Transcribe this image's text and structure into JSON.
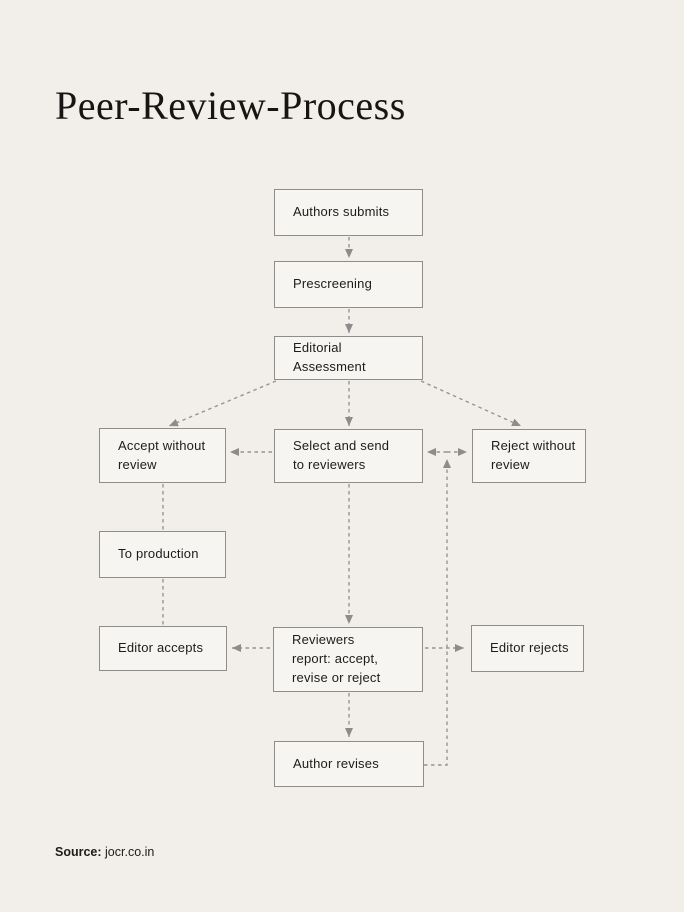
{
  "title": "Peer-Review-Process",
  "source": {
    "label": "Source:",
    "value": "jocr.co.in"
  },
  "colors": {
    "background": "#f2efea",
    "node_fill": "#f7f5f1",
    "node_border": "#8f8d8a",
    "arrow": "#989490",
    "arrowhead": "#8c8c8c",
    "text": "#1d1c1b"
  },
  "nodes": {
    "authors_submits": {
      "label": "Authors submits"
    },
    "prescreening": {
      "label": "Prescreening"
    },
    "editorial_assessment": {
      "label": "Editorial Assessment"
    },
    "accept_without_review": {
      "label": "Accept without\nreview"
    },
    "select_and_send": {
      "label": "Select and send\nto reviewers"
    },
    "reject_without_review": {
      "label": "Reject without\nreview"
    },
    "to_production": {
      "label": "To production"
    },
    "editor_accepts": {
      "label": "Editor accepts"
    },
    "reviewers_report": {
      "label": "Reviewers\nreport: accept,\nrevise or reject"
    },
    "editor_rejects": {
      "label": "Editor rejects"
    },
    "author_revises": {
      "label": "Author revises"
    }
  },
  "edges": [
    {
      "from": "authors_submits",
      "to": "prescreening",
      "style": "dashed",
      "direction": "down"
    },
    {
      "from": "prescreening",
      "to": "editorial_assessment",
      "style": "dashed",
      "direction": "down"
    },
    {
      "from": "editorial_assessment",
      "to": "accept_without_review",
      "style": "dashed",
      "direction": "diagonal-down-left"
    },
    {
      "from": "editorial_assessment",
      "to": "select_and_send",
      "style": "dashed",
      "direction": "down"
    },
    {
      "from": "editorial_assessment",
      "to": "reject_without_review",
      "style": "dashed",
      "direction": "diagonal-down-right"
    },
    {
      "from": "select_and_send",
      "to": "accept_without_review",
      "style": "dashed",
      "direction": "left"
    },
    {
      "from": "select_and_send",
      "to": "reject_without_review",
      "style": "dashed",
      "direction": "both"
    },
    {
      "from": "accept_without_review",
      "to": "to_production",
      "style": "dashed",
      "direction": "down"
    },
    {
      "from": "to_production",
      "to": "editor_accepts",
      "style": "dashed",
      "direction": "down"
    },
    {
      "from": "select_and_send",
      "to": "reviewers_report",
      "style": "dashed",
      "direction": "down"
    },
    {
      "from": "reviewers_report",
      "to": "editor_accepts",
      "style": "dashed",
      "direction": "left"
    },
    {
      "from": "reviewers_report",
      "to": "editor_rejects",
      "style": "dashed",
      "direction": "right"
    },
    {
      "from": "reviewers_report",
      "to": "author_revises",
      "style": "dashed",
      "direction": "down"
    },
    {
      "from": "author_revises",
      "to": "select_and_send",
      "style": "dashed",
      "direction": "up-feedback"
    }
  ]
}
